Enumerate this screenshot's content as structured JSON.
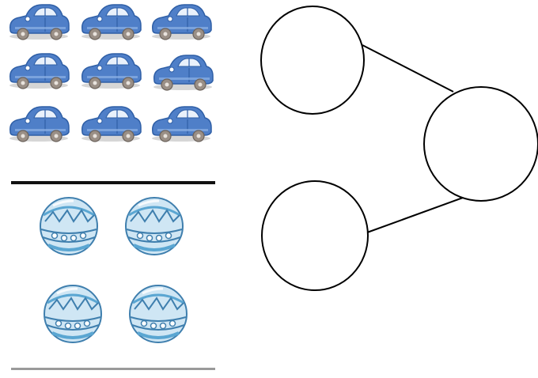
{
  "worksheet": {
    "groups": [
      {
        "name": "cars",
        "count": 9,
        "icon": "toy-car-icon"
      },
      {
        "name": "balls",
        "count": 4,
        "icon": "striped-ball-icon"
      }
    ],
    "number_bond": {
      "circles": [
        "whole-circle",
        "part-circle-top",
        "part-circle-bottom"
      ],
      "values": {
        "whole": "",
        "part_top": "",
        "part_bottom": ""
      }
    }
  },
  "colors": {
    "car_body": "#4f7fc8",
    "car_dark": "#2f5fa6",
    "car_window": "#e9f1fb",
    "wheel": "#9a8f86",
    "ball_fill": "#cfe6f4",
    "ball_stripe": "#5aa6d2",
    "line": "#000000",
    "divider_dark": "#111111",
    "divider_light": "#9a9a9a"
  }
}
